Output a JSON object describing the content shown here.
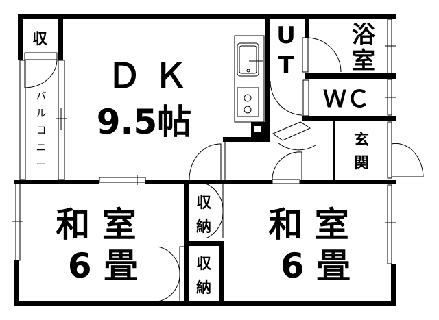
{
  "rooms": {
    "closet_top": "収",
    "dk_name": "Ｄ Ｋ",
    "dk_size": "9.5帖",
    "balcony": [
      "バ",
      "ル",
      "コ",
      "ニ",
      "ー"
    ],
    "ut": [
      "U",
      "T"
    ],
    "bath": [
      "浴",
      "室"
    ],
    "wc": "ＷＣ",
    "entrance": [
      "玄",
      "関"
    ],
    "storage_upper": [
      "収",
      "納"
    ],
    "storage_lower": [
      "収",
      "納"
    ],
    "washitsu_left": {
      "name": "和  室",
      "size": "6 畳"
    },
    "washitsu_right": {
      "name": "和  室",
      "size": "6 畳"
    }
  }
}
